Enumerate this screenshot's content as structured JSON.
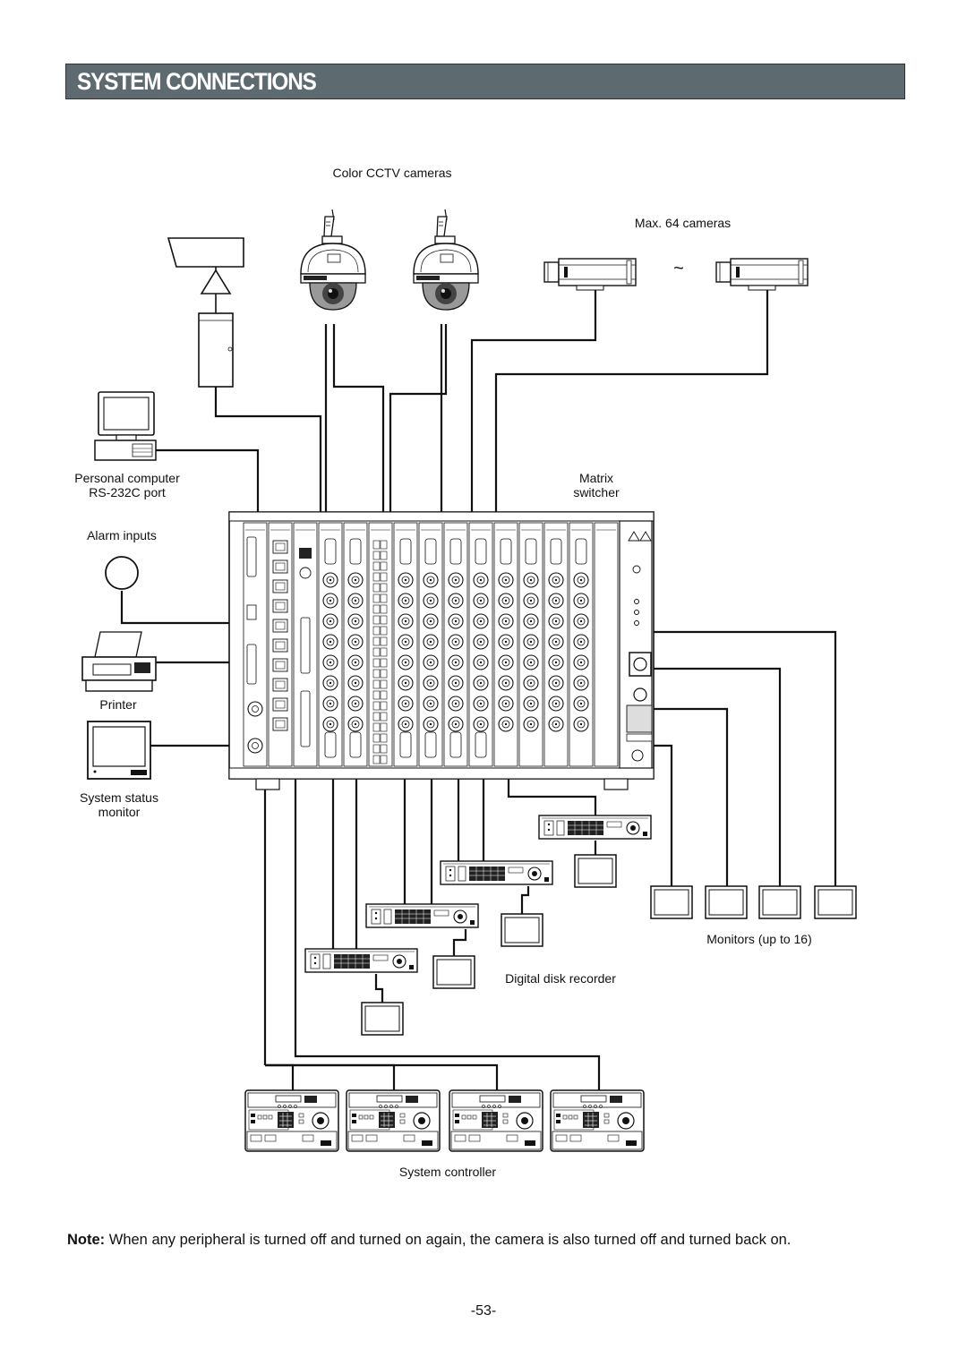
{
  "header": {
    "title": "SYSTEM CONNECTIONS",
    "bar_color": "#5d6a70"
  },
  "labels": {
    "color_cameras": "Color CCTV cameras",
    "max_cameras": "Max. 64 cameras",
    "pc_line1": "Personal computer",
    "pc_line2": "RS-232C port",
    "matrix_line1": "Matrix",
    "matrix_line2": "switcher",
    "alarm_inputs": "Alarm inputs",
    "printer": "Printer",
    "status_line1": "System status",
    "status_line2": "monitor",
    "monitors": "Monitors (up to 16)",
    "ddr": "Digital disk recorder",
    "controller": "System controller",
    "tilde": "~"
  },
  "note": {
    "label": "Note:",
    "text": " When any peripheral is turned off and turned on again, the camera is also turned off and turned back on."
  },
  "page_number": "-53-"
}
